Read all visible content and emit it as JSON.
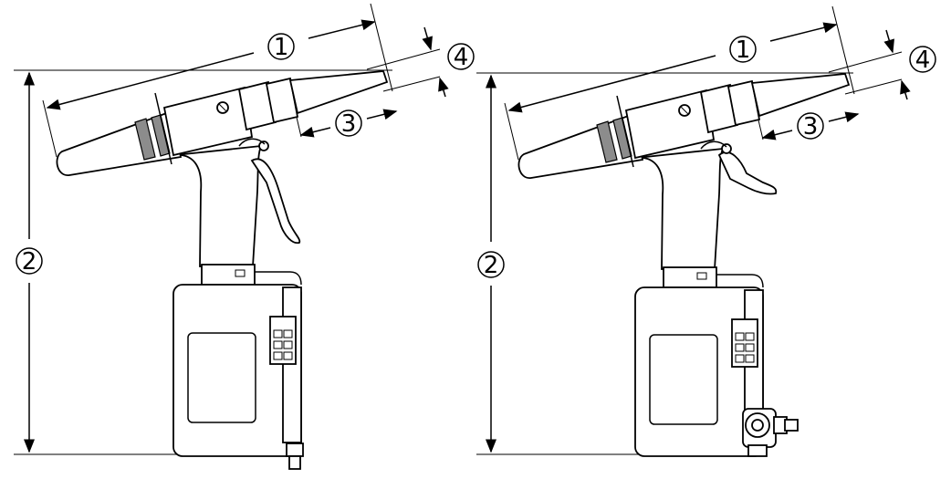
{
  "diagram": {
    "callouts": [
      "1",
      "2",
      "3",
      "4"
    ],
    "views": [
      {
        "id": "left-view",
        "variant": "standard-trigger"
      },
      {
        "id": "right-view",
        "variant": "angled-trigger-with-side-air-fitting"
      }
    ]
  }
}
